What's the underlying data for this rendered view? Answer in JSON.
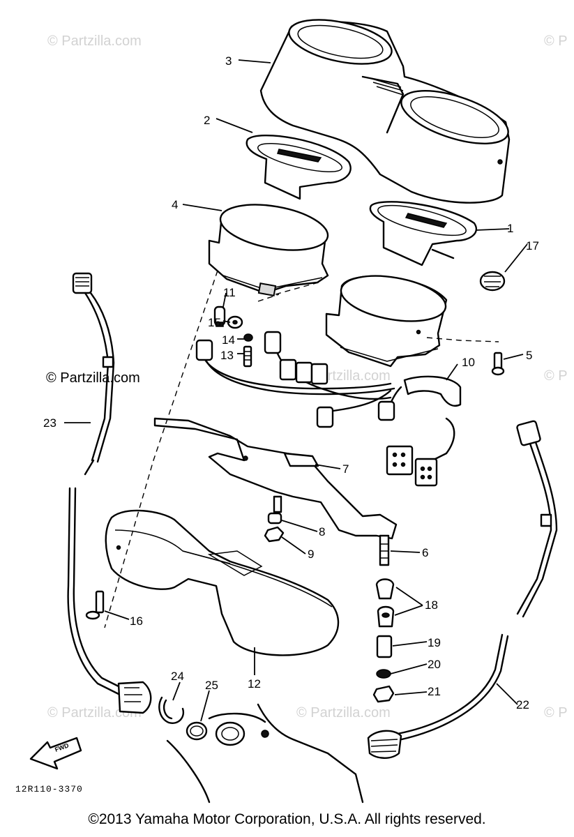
{
  "watermarks": {
    "text": "© Partzilla.com",
    "edge_fragment": "© P"
  },
  "center_watermark": "© Partzilla.com",
  "drawing_code": "12R110-3370",
  "fwd_arrow_label": "FWD",
  "copyright": "©2013 Yamaha Motor Corporation, U.S.A. All rights reserved.",
  "callouts": [
    "1",
    "2",
    "3",
    "4",
    "5",
    "6",
    "7",
    "8",
    "9",
    "10",
    "11",
    "12",
    "13",
    "14",
    "15",
    "16",
    "17",
    "18",
    "19",
    "20",
    "21",
    "22",
    "23",
    "24",
    "25"
  ],
  "colors": {
    "line": "#000000",
    "watermark": "#d2d2d2",
    "background": "#ffffff"
  }
}
